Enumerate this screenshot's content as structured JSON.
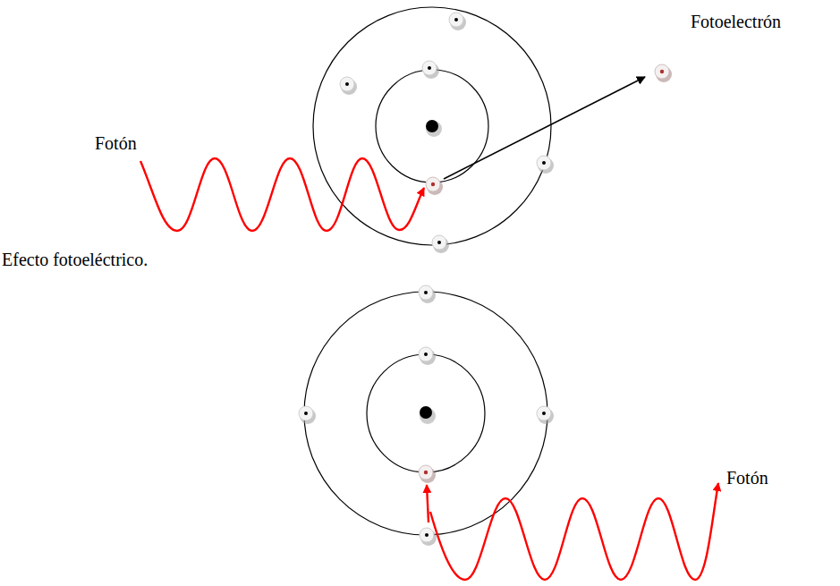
{
  "diagram": {
    "labels": [
      "Fotoelectrón",
      "Fotón",
      "Efecto fotoeléctrico.",
      "Fotón"
    ]
  }
}
